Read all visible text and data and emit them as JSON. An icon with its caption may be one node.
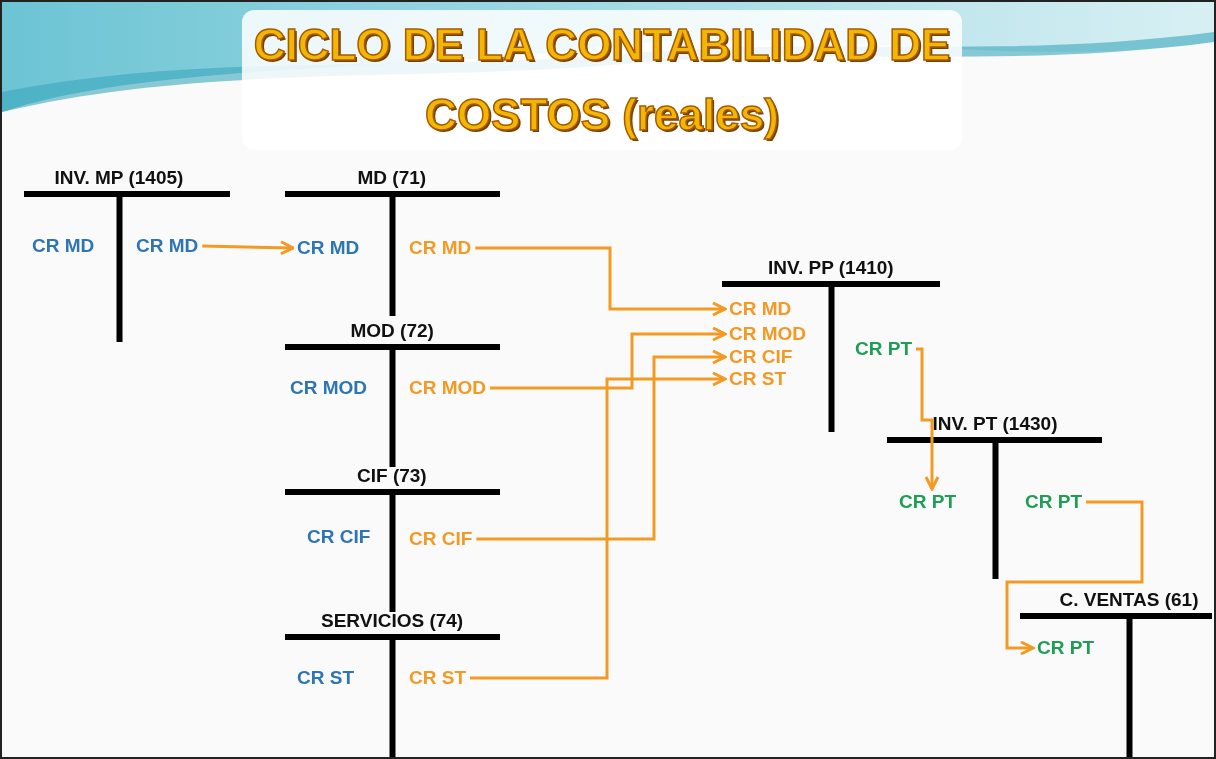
{
  "diagram": {
    "title": "CICLO DE LA CONTABILIDAD DE COSTOS (reales)",
    "nodes": [
      {
        "text": [
          "INV. MP (1405)"
        ]
      },
      {
        "text": [
          "CR MD"
        ],
        "in": 0
      },
      {
        "text": [
          "CR MD"
        ],
        "in": 0
      },
      {
        "text": [
          "MD (71)"
        ]
      },
      {
        "text": [
          "CR MD"
        ],
        "in": 3
      },
      {
        "text": [
          "CR MD"
        ],
        "in": 3
      },
      {
        "text": [
          "MOD (72)"
        ]
      },
      {
        "text": [
          "CR MOD"
        ],
        "in": 6
      },
      {
        "text": [
          "CR MOD"
        ],
        "in": 6
      },
      {
        "text": [
          "CIF (73)"
        ]
      },
      {
        "text": [
          "CR CIF"
        ],
        "in": 9
      },
      {
        "text": [
          "CR CIF"
        ],
        "in": 9
      },
      {
        "text": [
          "SERVICIOS (74)"
        ]
      },
      {
        "text": [
          "CR ST"
        ],
        "in": 12
      },
      {
        "text": [
          "CR ST"
        ],
        "in": 12
      },
      {
        "text": [
          "INV. PP (1410)"
        ]
      },
      {
        "text": [
          "CR MD"
        ],
        "in": 15
      },
      {
        "text": [
          "CR MOD"
        ],
        "in": 15
      },
      {
        "text": [
          "CR CIF"
        ],
        "in": 15
      },
      {
        "text": [
          "CR ST"
        ],
        "in": 15
      },
      {
        "text": [
          "CR PT"
        ],
        "in": 15
      },
      {
        "text": [
          "INV. PT (1430)"
        ]
      },
      {
        "text": [
          "CR PT"
        ],
        "in": 21
      },
      {
        "text": [
          "CR PT"
        ],
        "in": 21
      },
      {
        "text": [
          "C. VENTAS (61)"
        ]
      },
      {
        "text": [
          "CR PT"
        ],
        "in": 24
      }
    ],
    "edges": [
      {
        "from": 2,
        "to": 4,
        "arrow": "to"
      },
      {
        "from": 5,
        "to": 16,
        "arrow": "to"
      },
      {
        "from": 8,
        "to": 17,
        "arrow": "to"
      },
      {
        "from": 11,
        "to": 18,
        "arrow": "to"
      },
      {
        "from": 14,
        "to": 19,
        "arrow": "to"
      },
      {
        "from": 20,
        "to": 22,
        "arrow": "to"
      },
      {
        "from": 23,
        "to": 25,
        "arrow": "to"
      }
    ]
  }
}
